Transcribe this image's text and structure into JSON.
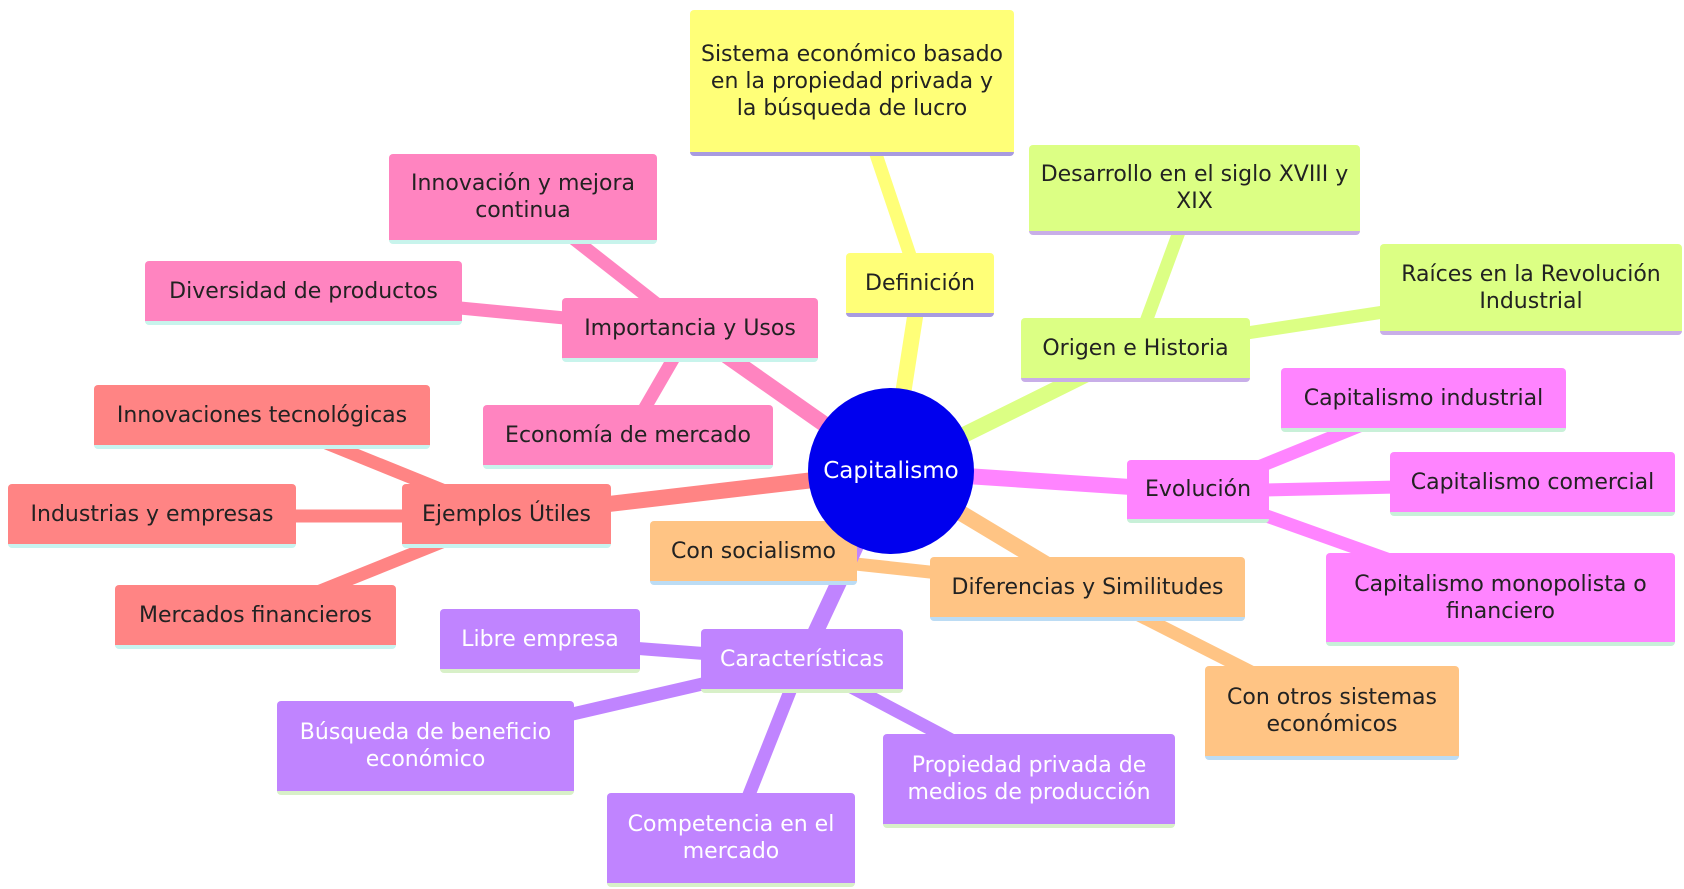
{
  "root": {
    "label": "Capitalismo",
    "color": "#0000ee"
  },
  "branches": [
    {
      "id": "definicion",
      "label": "Definición",
      "color": "#ffff78",
      "underline": "#a89be0",
      "text_color": "#222222",
      "children": [
        {
          "id": "def-1",
          "label": "Sistema económico basado en la propiedad privada y la búsqueda de lucro"
        }
      ]
    },
    {
      "id": "origen",
      "label": "Origen e Historia",
      "color": "#dcff84",
      "underline": "#c8aee8",
      "text_color": "#222222",
      "children": [
        {
          "id": "orig-1",
          "label": "Desarrollo en el siglo XVIII y XIX"
        },
        {
          "id": "orig-2",
          "label": "Raíces en la Revolución Industrial"
        }
      ]
    },
    {
      "id": "evolucion",
      "label": "Evolución",
      "color": "#ff84ff",
      "underline": "#c8f0d8",
      "text_color": "#222222",
      "children": [
        {
          "id": "evo-1",
          "label": "Capitalismo industrial"
        },
        {
          "id": "evo-2",
          "label": "Capitalismo comercial"
        },
        {
          "id": "evo-3",
          "label": "Capitalismo monopolista o financiero"
        }
      ]
    },
    {
      "id": "diferencias",
      "label": "Diferencias y Similitudes",
      "color": "#ffc484",
      "underline": "#bcdcf4",
      "text_color": "#222222",
      "children": [
        {
          "id": "dif-1",
          "label": "Con socialismo"
        },
        {
          "id": "dif-2",
          "label": "Con otros sistemas económicos"
        }
      ]
    },
    {
      "id": "caracteristicas",
      "label": "Características",
      "color": "#c084ff",
      "underline": "#d8f0c8",
      "text_color": "#ffffff",
      "children": [
        {
          "id": "car-1",
          "label": "Libre empresa"
        },
        {
          "id": "car-2",
          "label": "Búsqueda de beneficio económico"
        },
        {
          "id": "car-3",
          "label": "Competencia en el mercado"
        },
        {
          "id": "car-4",
          "label": "Propiedad privada de medios de producción"
        }
      ]
    },
    {
      "id": "ejemplos",
      "label": "Ejemplos Útiles",
      "color": "#ff8484",
      "underline": "#c8f4f0",
      "text_color": "#222222",
      "children": [
        {
          "id": "eje-1",
          "label": "Innovaciones tecnológicas"
        },
        {
          "id": "eje-2",
          "label": "Industrias y empresas"
        },
        {
          "id": "eje-3",
          "label": "Mercados financieros"
        }
      ]
    },
    {
      "id": "importancia",
      "label": "Importancia y Usos",
      "color": "#ff84c0",
      "underline": "#c8f4ec",
      "text_color": "#222222",
      "children": [
        {
          "id": "imp-1",
          "label": "Innovación y mejora continua"
        },
        {
          "id": "imp-2",
          "label": "Diversidad de productos"
        },
        {
          "id": "imp-3",
          "label": "Economía de mercado"
        }
      ]
    }
  ]
}
